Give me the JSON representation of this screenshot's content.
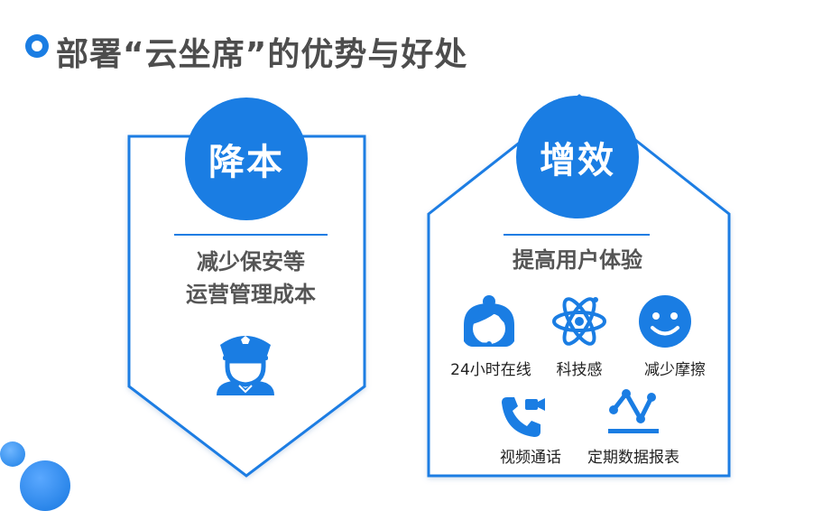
{
  "page": {
    "title": "部署“云坐席”的优势与好处"
  },
  "colors": {
    "accent": "#1a7de3",
    "title_text": "#4d4d4d",
    "body_text": "#555555",
    "background": "#ffffff"
  },
  "left_card": {
    "badge": "降本",
    "description_lines": [
      "减少保安等",
      "运营管理成本"
    ],
    "icon": "security-guard-icon"
  },
  "right_card": {
    "badge": "增效",
    "description": "提高用户体验",
    "features": [
      {
        "label": "24小时在线",
        "icon": "customer-service-agent-icon"
      },
      {
        "label": "科技感",
        "icon": "atom-icon"
      },
      {
        "label": "减少摩擦",
        "icon": "smiley-face-icon"
      },
      {
        "label": "视频通话",
        "icon": "video-call-icon"
      },
      {
        "label": "定期数据报表",
        "icon": "line-chart-icon"
      }
    ]
  }
}
